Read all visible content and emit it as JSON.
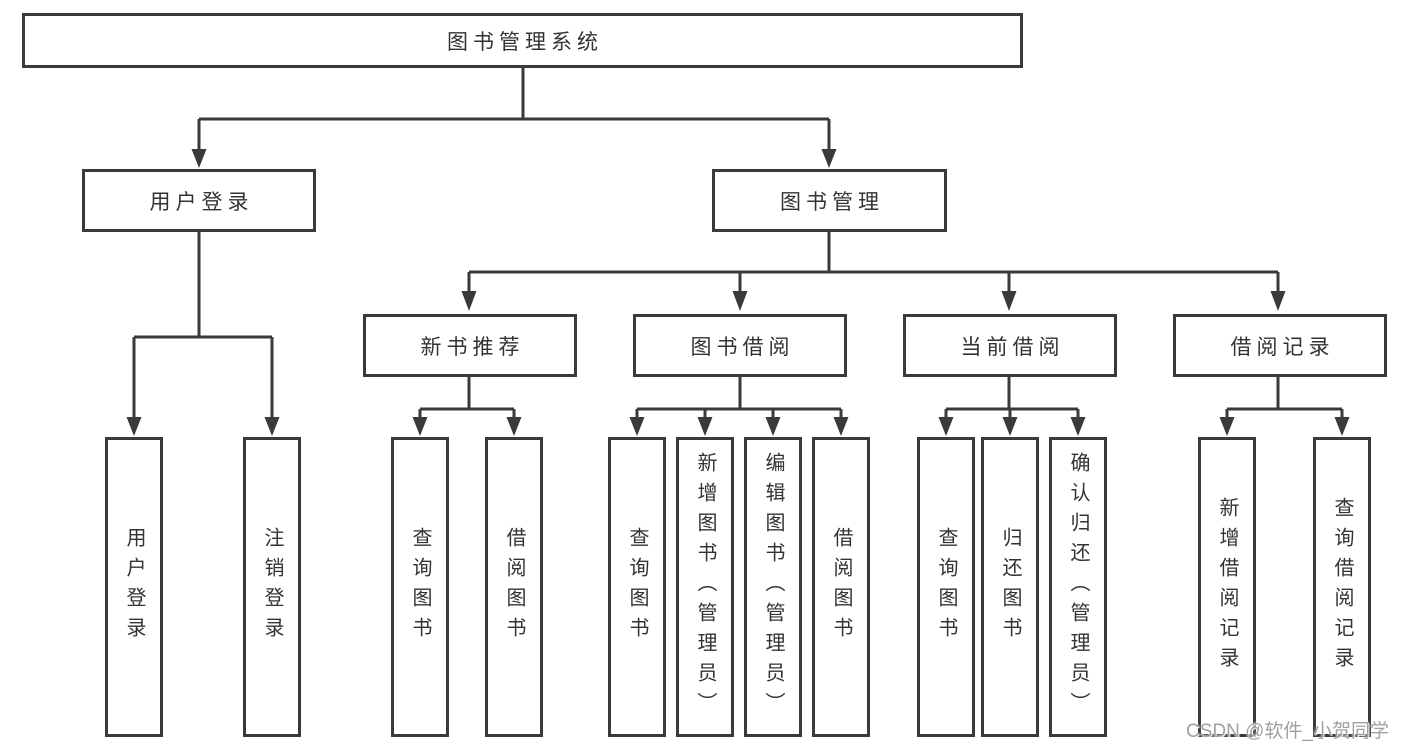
{
  "tree": {
    "label": "图书管理系统",
    "children": [
      {
        "label": "用户登录",
        "children": [
          {
            "label": "用户登录"
          },
          {
            "label": "注销登录"
          }
        ]
      },
      {
        "label": "图书管理",
        "children": [
          {
            "label": "新书推荐",
            "children": [
              {
                "label": "查询图书"
              },
              {
                "label": "借阅图书"
              }
            ]
          },
          {
            "label": "图书借阅",
            "children": [
              {
                "label": "查询图书"
              },
              {
                "label": "新增图书（管理员）"
              },
              {
                "label": "编辑图书（管理员）"
              },
              {
                "label": "借阅图书"
              }
            ]
          },
          {
            "label": "当前借阅",
            "children": [
              {
                "label": "查询图书"
              },
              {
                "label": "归还图书"
              },
              {
                "label": "确认归还（管理员）"
              }
            ]
          },
          {
            "label": "借阅记录",
            "children": [
              {
                "label": "新增借阅记录"
              },
              {
                "label": "查询借阅记录"
              }
            ]
          }
        ]
      }
    ]
  },
  "watermark": {
    "text": "CSDN @软件_小贺同学"
  },
  "colors": {
    "line": "#3a3a3a",
    "text": "#333333",
    "watermark": "#a0a0a0",
    "background": "#ffffff"
  }
}
